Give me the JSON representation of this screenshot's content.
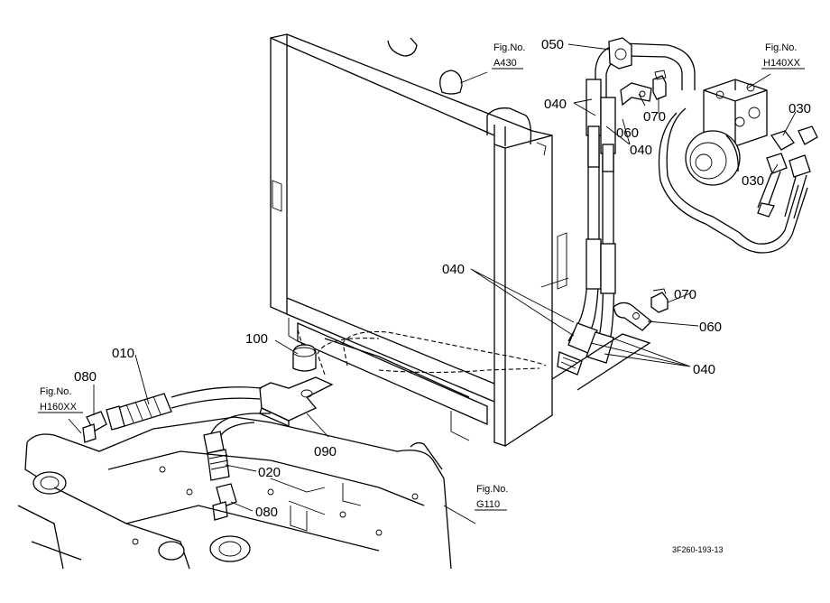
{
  "callouts": {
    "c010": "010",
    "c020": "020",
    "c030a": "030",
    "c030b": "030",
    "c040a": "040",
    "c040b": "040",
    "c040c": "040",
    "c040d": "040",
    "c050": "050",
    "c060a": "060",
    "c060b": "060",
    "c070a": "070",
    "c070b": "070",
    "c080a": "080",
    "c080b": "080",
    "c090": "090",
    "c100": "100"
  },
  "fig_refs": {
    "a430": {
      "label": "Fig.No.",
      "code": "A430"
    },
    "h140": {
      "label": "Fig.No.",
      "code": "H140XX"
    },
    "h160": {
      "label": "Fig.No.",
      "code": "H160XX"
    },
    "g110": {
      "label": "Fig.No.",
      "code": "G110"
    }
  },
  "drawing_code": "3F260-193-13"
}
